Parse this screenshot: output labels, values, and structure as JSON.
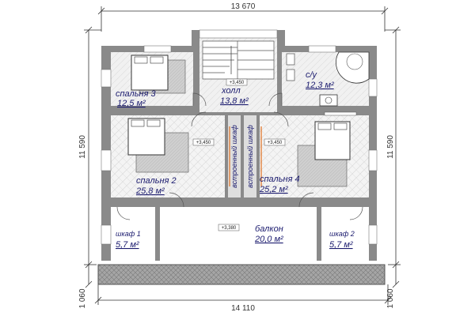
{
  "colors": {
    "wall": "#8a8a8a",
    "floor": "#ececec",
    "text": "#1a1a6e",
    "accent": "#e07020",
    "balcony_hatch": "#7a7a7a"
  },
  "dimensions": {
    "top": "13 670",
    "bottom": "14 110",
    "left": "11 590",
    "right": "11 590",
    "left_small": "1 060",
    "right_small": "1 060"
  },
  "rooms": {
    "bedroom3": {
      "name": "спальня 3",
      "area": "12,5 м²"
    },
    "hall": {
      "name": "холл",
      "area": "13,8 м²"
    },
    "bath": {
      "name": "с/у",
      "area": "12,3 м²"
    },
    "bedroom2": {
      "name": "спальня 2",
      "area": "25,8 м²"
    },
    "bedroom4": {
      "name": "спальня 4",
      "area": "25,2 м²"
    },
    "balcony": {
      "name": "балкон",
      "area": "20,0 м²"
    },
    "closet1": {
      "name": "шкаф 1",
      "area": "5,7 м²"
    },
    "closet2": {
      "name": "шкаф 2",
      "area": "5,7 м²"
    }
  },
  "builtin_wardrobe": "встроенный шкаф",
  "levels": {
    "hall": "+3,450",
    "bedroom2": "+3,450",
    "bedroom4": "+3,450",
    "balcony": "+3,380"
  }
}
